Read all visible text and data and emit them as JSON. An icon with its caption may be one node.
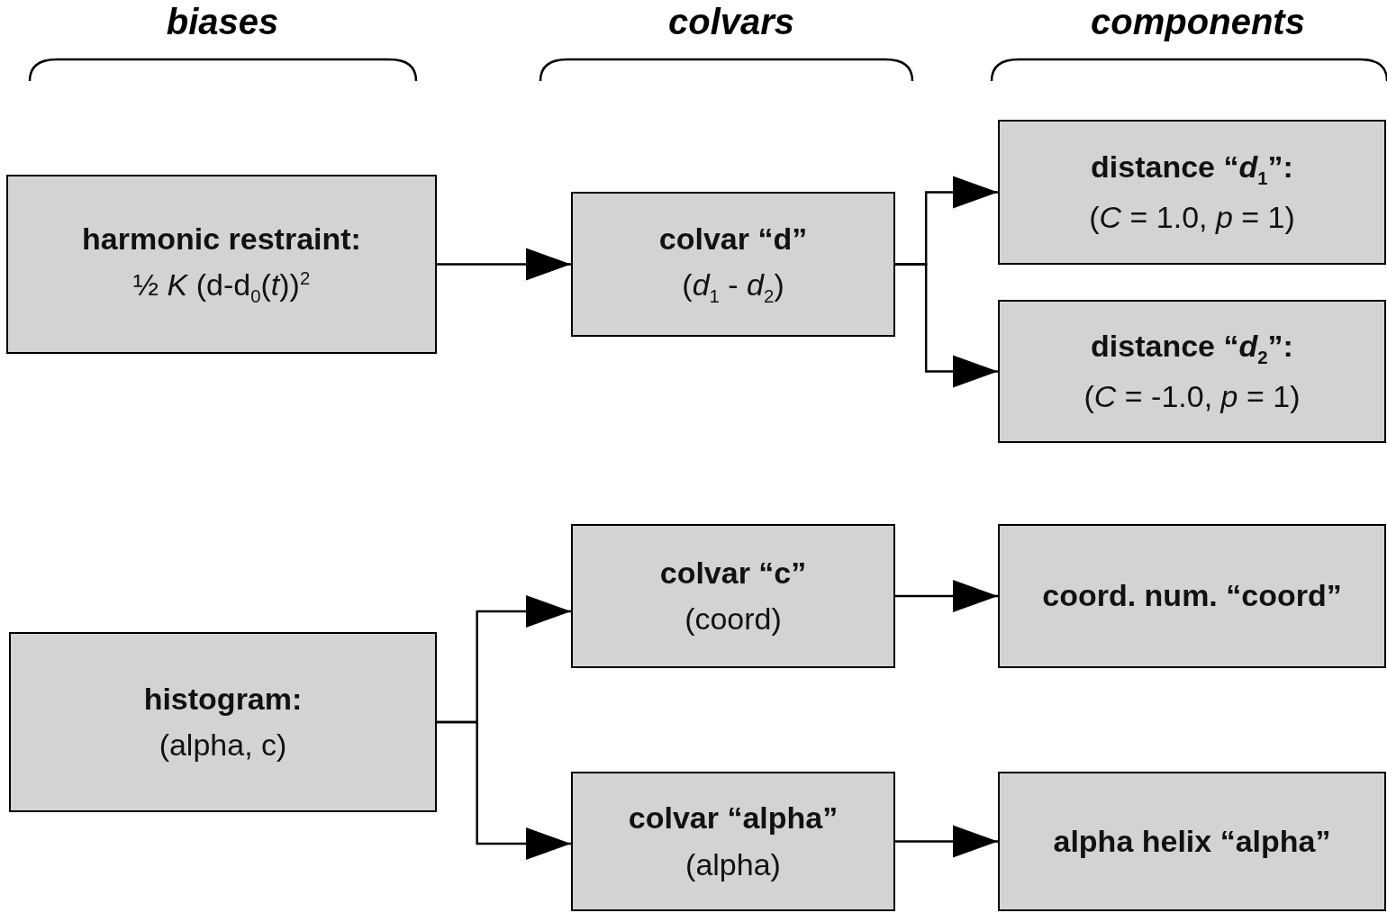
{
  "diagram": {
    "nodes": [
      {
        "text": [
          "harmonic restraint:",
          "½ *K* (d-d$_{0}$(*t*))$^{2}$"
        ]
      },
      {
        "text": [
          "colvar “d”",
          "(*d*$_{1}$ - *d*$_{2}$)"
        ]
      },
      {
        "text": [
          "distance “*d*$_{1}$”:",
          "(*C* = 1.0, *p* = 1)"
        ]
      },
      {
        "text": [
          "distance “*d*$_{2}$”:",
          "(*C* = -1.0, *p* = 1)"
        ]
      },
      {
        "text": [
          "histogram:",
          "(alpha, c)"
        ]
      },
      {
        "text": [
          "colvar “c”",
          "(coord)"
        ]
      },
      {
        "text": [
          "coord. num. “coord”"
        ]
      },
      {
        "text": [
          "colvar “alpha”",
          "(alpha)"
        ]
      },
      {
        "text": [
          "alpha helix “alpha”"
        ]
      }
    ],
    "edges": [
      {
        "from": 0,
        "to": 1,
        "arrow": "to"
      },
      {
        "from": 1,
        "to": 2,
        "arrow": "to"
      },
      {
        "from": 1,
        "to": 3,
        "arrow": "to"
      },
      {
        "from": 4,
        "to": 5,
        "arrow": "to"
      },
      {
        "from": 4,
        "to": 7,
        "arrow": "to"
      },
      {
        "from": 5,
        "to": 6,
        "arrow": "to"
      },
      {
        "from": 7,
        "to": 8,
        "arrow": "to"
      }
    ],
    "labels": [
      "biases",
      "colvars",
      "components"
    ]
  }
}
